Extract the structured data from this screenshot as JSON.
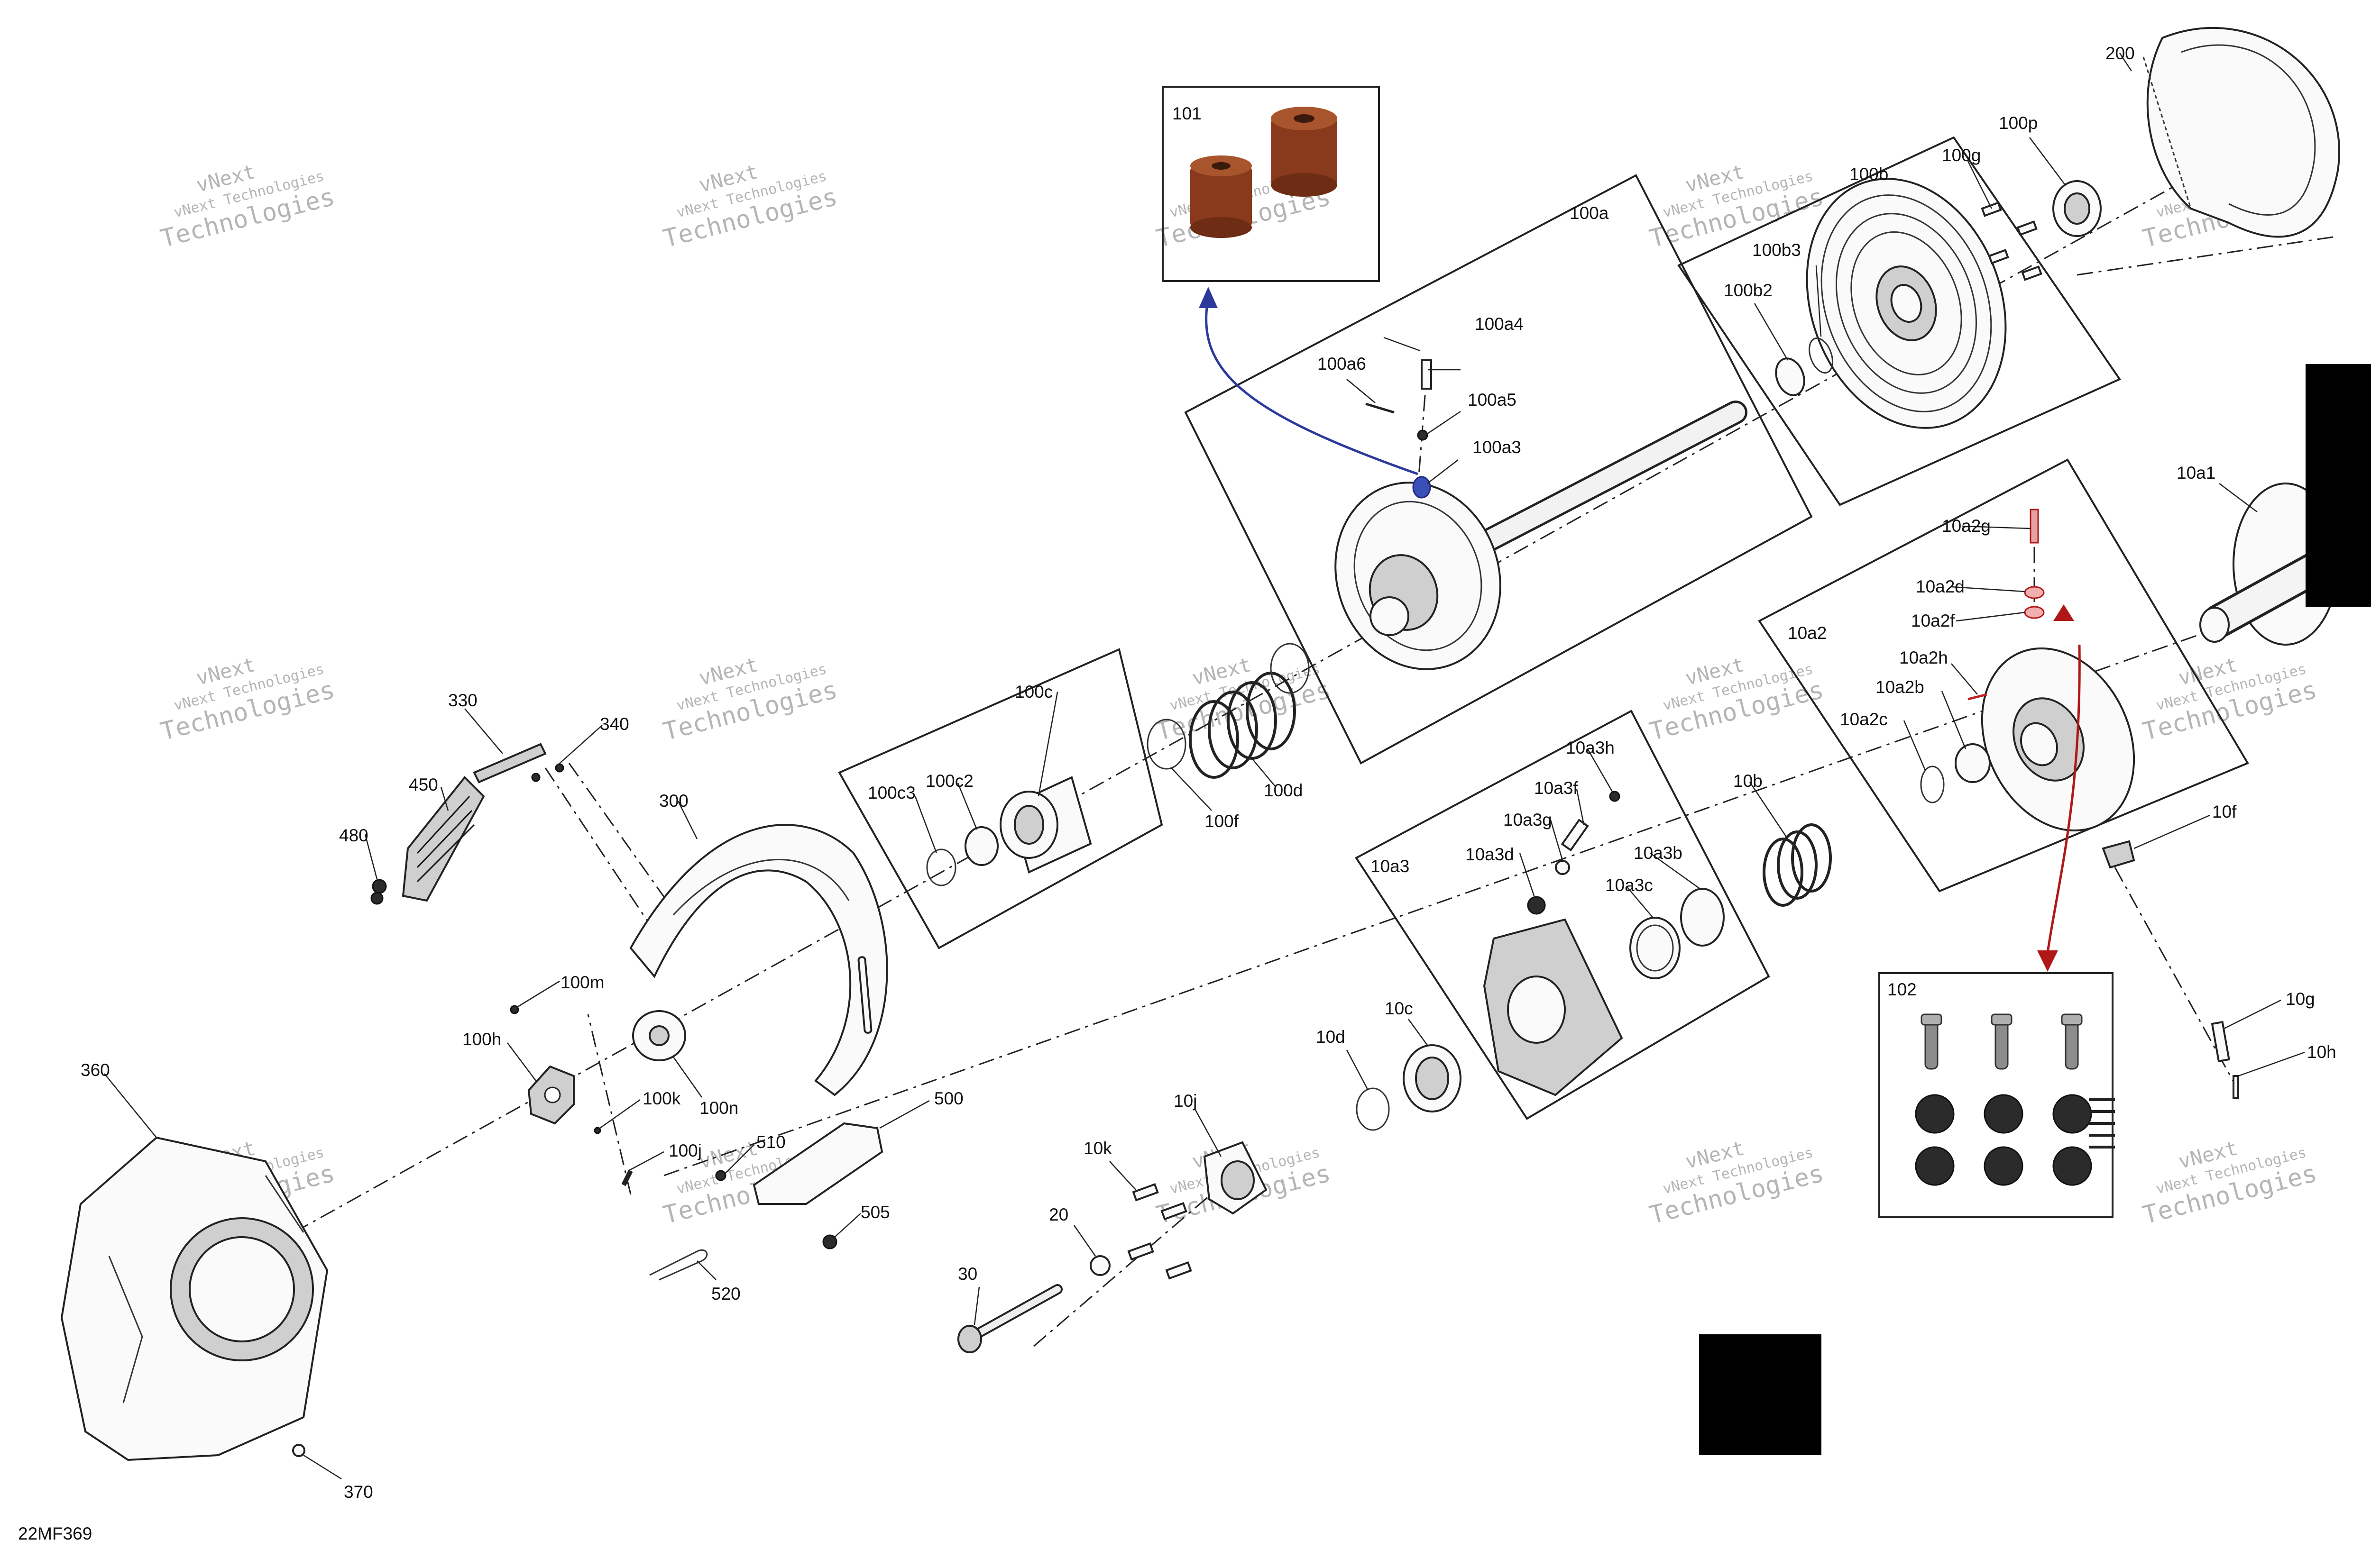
{
  "diagram": {
    "code": "22MF369",
    "watermark": {
      "line1": "vNext",
      "line2": "vNext Technologies",
      "line3": "Technologies"
    },
    "colors": {
      "highlight_blue": "#2b3a9a",
      "highlight_red": "#b01818",
      "inset_part_brown": "#8a3a1c",
      "redaction": "#000000"
    },
    "labels": {
      "l101": "101",
      "l100a": "100a",
      "l100a3": "100a3",
      "l100a4": "100a4",
      "l100a5": "100a5",
      "l100a6": "100a6",
      "l100b": "100b",
      "l100b2": "100b2",
      "l100b3": "100b3",
      "l100g": "100g",
      "l100p": "100p",
      "l200": "200",
      "l10a1": "10a1",
      "l10a2": "10a2",
      "l10a2g": "10a2g",
      "l10a2d": "10a2d",
      "l10a2f": "10a2f",
      "l10a2h": "10a2h",
      "l10a2b": "10a2b",
      "l10a2c": "10a2c",
      "l10f": "10f",
      "l102": "102",
      "l10g": "10g",
      "l10h": "10h",
      "l100c": "100c",
      "l100c2": "100c2",
      "l100c3": "100c3",
      "l100d": "100d",
      "l100f": "100f",
      "l10a3": "10a3",
      "l10a3h": "10a3h",
      "l10a3f": "10a3f",
      "l10a3g": "10a3g",
      "l10a3d": "10a3d",
      "l10a3b": "10a3b",
      "l10a3c": "10a3c",
      "l10b": "10b",
      "l330": "330",
      "l340": "340",
      "l450": "450",
      "l480": "480",
      "l300": "300",
      "l100m": "100m",
      "l100h": "100h",
      "l100k": "100k",
      "l100n": "100n",
      "l100j": "100j",
      "l510": "510",
      "l500": "500",
      "l505": "505",
      "l520": "520",
      "l360": "360",
      "l370": "370",
      "l10d": "10d",
      "l10c": "10c",
      "l10j": "10j",
      "l10k": "10k",
      "l20": "20",
      "l30": "30"
    }
  }
}
